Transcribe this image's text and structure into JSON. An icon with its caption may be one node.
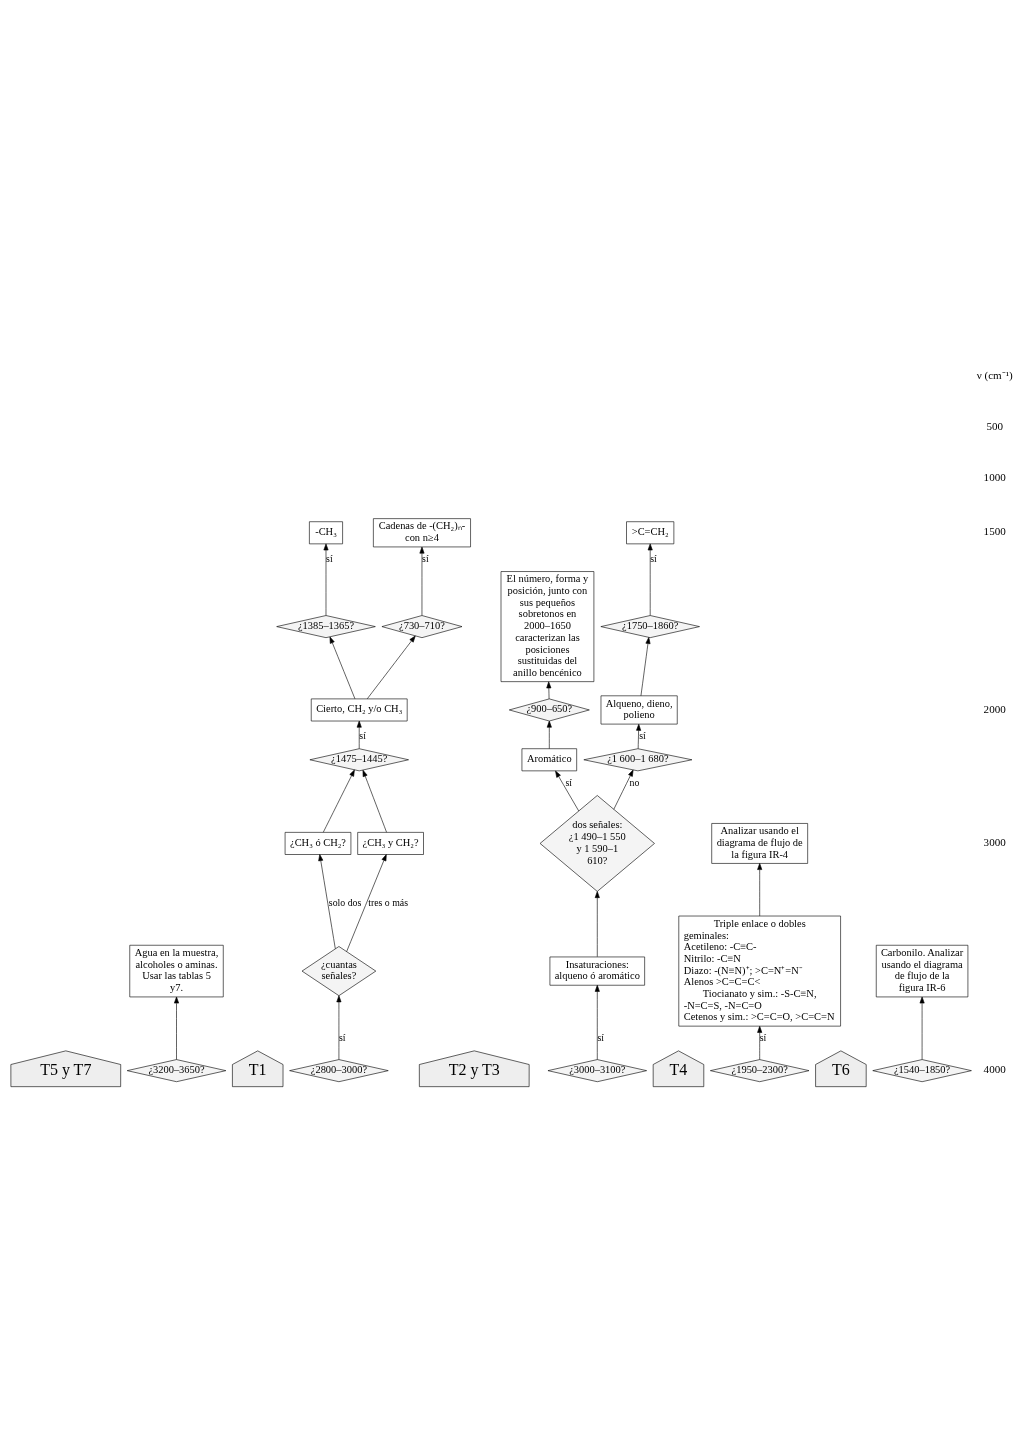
{
  "diagram": {
    "nodes": [
      {
        "text": [
          "T5 y T7"
        ]
      },
      {
        "text": [
          "¿3200–3650?"
        ]
      },
      {
        "text": [
          "Agua en la muestra, alcoholes o aminas. Usar las tablas 5 y7."
        ]
      },
      {
        "text": [
          "T1"
        ]
      },
      {
        "text": [
          "¿2800–3000?"
        ]
      },
      {
        "text": [
          "¿cuantas señales?"
        ]
      },
      {
        "text": [
          "¿CH₃ ó CH₂?"
        ]
      },
      {
        "text": [
          "¿CH₃ y CH₂?"
        ]
      },
      {
        "text": [
          "¿1475–1445?"
        ]
      },
      {
        "text": [
          "Cierto, CH₂ y/o CH₃"
        ]
      },
      {
        "text": [
          "¿1385–1365?"
        ]
      },
      {
        "text": [
          "-CH₃"
        ]
      },
      {
        "text": [
          "¿730–710?"
        ]
      },
      {
        "text": [
          "Cadenas de -(CH₂)ₙ- con n≥4"
        ]
      },
      {
        "text": [
          "T2 y T3"
        ]
      },
      {
        "text": [
          "¿3000–3100?"
        ]
      },
      {
        "text": [
          "Insaturaciones: alqueno ó aromático"
        ]
      },
      {
        "text": [
          "dos señales: ¿1 490–1 550 y 1 590–1 610?"
        ]
      },
      {
        "text": [
          "Aromático"
        ]
      },
      {
        "text": [
          "¿900–650?"
        ]
      },
      {
        "text": [
          "El número, forma y posición, junto con sus pequeños sobretonos en 2000–1650 caracterizan las posiciones sustituidas del anillo bencénico"
        ]
      },
      {
        "text": [
          "¿1 600–1 680?"
        ]
      },
      {
        "text": [
          "Alqueno, dieno, polieno"
        ]
      },
      {
        "text": [
          "¿1750–1860?"
        ]
      },
      {
        "text": [
          ">C=CH₂"
        ]
      },
      {
        "text": [
          "T4"
        ]
      },
      {
        "text": [
          "¿1950–2300?"
        ]
      },
      {
        "text": [
          "Triple enlace o dobles geminales:",
          "Acetileno: -C≡C-",
          "Nitrilo: -C≡N",
          "Diazo: -(N≡N)⁺; >C=N⁺=N⁻",
          "Alenos >C=C=C<",
          "Tiocianato y sim.: -S-C≡N, -N=C=S, -N=C=O",
          "Cetenos y sim.: >C=C=O, >C=C=N"
        ]
      },
      {
        "text": [
          "Analizar usando el diagrama de flujo de la figura IR-4"
        ]
      },
      {
        "text": [
          "T6"
        ]
      },
      {
        "text": [
          "¿1540–1850?"
        ]
      },
      {
        "text": [
          "Carbonilo. Analizar usando el diagrama de flujo de la figura IR-6"
        ]
      }
    ],
    "edges": [
      {
        "from": 1,
        "to": 2,
        "arrow": "to"
      },
      {
        "from": 4,
        "to": 5,
        "arrow": "to",
        "label": "sí"
      },
      {
        "from": 5,
        "to": 6,
        "arrow": "to",
        "label": "solo dos"
      },
      {
        "from": 5,
        "to": 7,
        "arrow": "to",
        "label": "tres o más"
      },
      {
        "from": 6,
        "to": 8,
        "arrow": "to"
      },
      {
        "from": 7,
        "to": 8,
        "arrow": "to"
      },
      {
        "from": 8,
        "to": 9,
        "arrow": "to",
        "label": "sí"
      },
      {
        "from": 9,
        "to": 12,
        "arrow": "to"
      },
      {
        "from": 9,
        "to": 10,
        "arrow": "to"
      },
      {
        "from": 10,
        "to": 11,
        "arrow": "to",
        "label": "sí"
      },
      {
        "from": 12,
        "to": 13,
        "arrow": "to",
        "label": "sí"
      },
      {
        "from": 15,
        "to": 16,
        "arrow": "to",
        "label": "sí"
      },
      {
        "from": 16,
        "to": 17,
        "arrow": "to"
      },
      {
        "from": 17,
        "to": 18,
        "arrow": "to",
        "label": "sí"
      },
      {
        "from": 17,
        "to": 21,
        "arrow": "to",
        "label": "no"
      },
      {
        "from": 18,
        "to": 19,
        "arrow": "to"
      },
      {
        "from": 19,
        "to": 20,
        "arrow": "to"
      },
      {
        "from": 21,
        "to": 22,
        "arrow": "to",
        "label": "sí"
      },
      {
        "from": 22,
        "to": 23,
        "arrow": "to"
      },
      {
        "from": 23,
        "to": 24,
        "arrow": "to",
        "label": "sí"
      },
      {
        "from": 26,
        "to": 27,
        "arrow": "to",
        "label": "sí"
      },
      {
        "from": 27,
        "to": 28,
        "arrow": "to"
      },
      {
        "from": 30,
        "to": 31,
        "arrow": "to"
      }
    ],
    "labels": [
      "4000",
      "3000",
      "2000",
      "1500",
      "1000",
      "500",
      "ν (cm⁻¹)"
    ]
  }
}
